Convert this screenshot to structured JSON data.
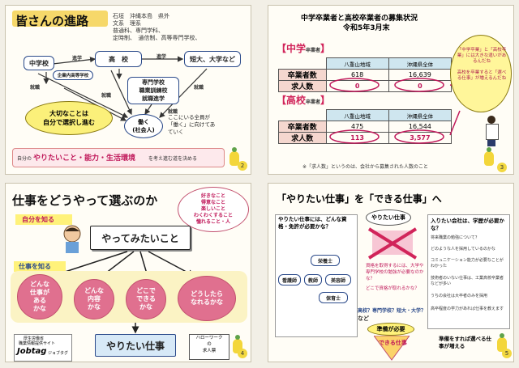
{
  "p1": {
    "title": "皆さんの進路",
    "regions": [
      "石垣　沖縄本島　県外",
      "文系　理系",
      "普通科、専門学科、",
      "定時制、　通信制、高等専門学校、"
    ],
    "nodes": {
      "chugakko": "中学校",
      "kokou": "高　校",
      "tandai": "短大、大学など",
      "senmon_top": "企業内高等学校",
      "senmon": "専門学校\n職業訓練校\n就職進学",
      "hataraku": "働く\n(社会人)",
      "taisetsu": "大切なことは\n自分で選択し進む"
    },
    "labels": {
      "shingaku1": "進学",
      "shingaku2": "進学",
      "shuushoku1": "就職",
      "shuushoku2": "就職",
      "shuushoku3": "就職",
      "shuushoku4": "就職"
    },
    "message": "ここにいる全員が「働く」に向けてあていく",
    "bottom_prefix": "自分の",
    "bottom_key": "やりたいこと・能力・生活環境",
    "bottom_suffix": "を考え進む道を決める",
    "page_number": "2"
  },
  "p2": {
    "title": "中学卒業者と高校卒業者の募集状況",
    "date": "令和5年3月末",
    "chugaku": {
      "label": "中学",
      "sub": "卒業者",
      "col1": "八重山地域",
      "col2": "沖縄県全体",
      "rows": [
        {
          "name": "卒業者数",
          "a": "618",
          "b": "16,639"
        },
        {
          "name": "求人数",
          "a": "0",
          "b": "0"
        }
      ]
    },
    "koukou": {
      "label": "高校",
      "sub": "卒業者",
      "col1": "八重山地域",
      "col2": "沖縄県全体",
      "rows": [
        {
          "name": "卒業者数",
          "a": "475",
          "b": "16,544"
        },
        {
          "name": "求人数",
          "a": "113",
          "b": "3,577"
        }
      ]
    },
    "bubble": "「中学卒業」と「高校卒業」には大きな違いがあるんだね\n\n高校を卒業すると「選べる仕事」が増えるんだね",
    "note": "※「求人数」というのは、会社から募集された人数のこと",
    "page_number": "3"
  },
  "p3": {
    "title": "仕事をどうやって選ぶのか",
    "bubble": "好きなこと\n得意なこと\n楽しいこと\nわくわくすること\n憧れること・人",
    "jibun": "自分を知る",
    "yatte": "やってみたいこと",
    "shigoto_shiru": "仕事を知る",
    "q1": "どんな\n仕事が\nある\nかな",
    "q2": "どんな\n内容\nかな",
    "q3": "どこで\nできる\nかな",
    "q4": "どうしたら\nなれるかな",
    "site_line1": "厚生労働省",
    "site_line2": "職業情報提供サイト",
    "site_name": "Jobtag",
    "site_kana": "ジョブタグ",
    "yaritai": "やりたい仕事",
    "hellowork": "ハローワーク\nの\n求人票",
    "page_number": "4"
  },
  "p4": {
    "title": "「やりたい仕事」を「できる仕事」へ",
    "q_box": "やりたい仕事には、どんな資格・免許が必要かな？",
    "jobs": [
      "栄養士",
      "看護師",
      "教師",
      "美容師",
      "保育士"
    ],
    "top_oval": "やりたい仕事",
    "q_mid1": "資格を取得するには、大学や専門学校の勉強が必要なのかな？",
    "q_mid2": "どこで資格が取れるかな？",
    "nado": "など",
    "high": "高校？専門学校？短大・大学？",
    "junbi": "準備が必要",
    "dekiru": "できる仕事",
    "right_title": "入りたい会社は、学歴が必要かな？",
    "right_items": [
      "将来職業の勉強について？",
      "どのような人を採用しているのかな",
      "コミュニケーション能力が必要なことがわかった",
      "技術者のいない仕事は、工業高校卒業者などが多い",
      "うちの会社は大卒者のみを採用",
      "高卒程度の学力があれば仕事を教えます"
    ],
    "closing": "準備をすれば選べる仕事が増える",
    "page_number": "5"
  }
}
